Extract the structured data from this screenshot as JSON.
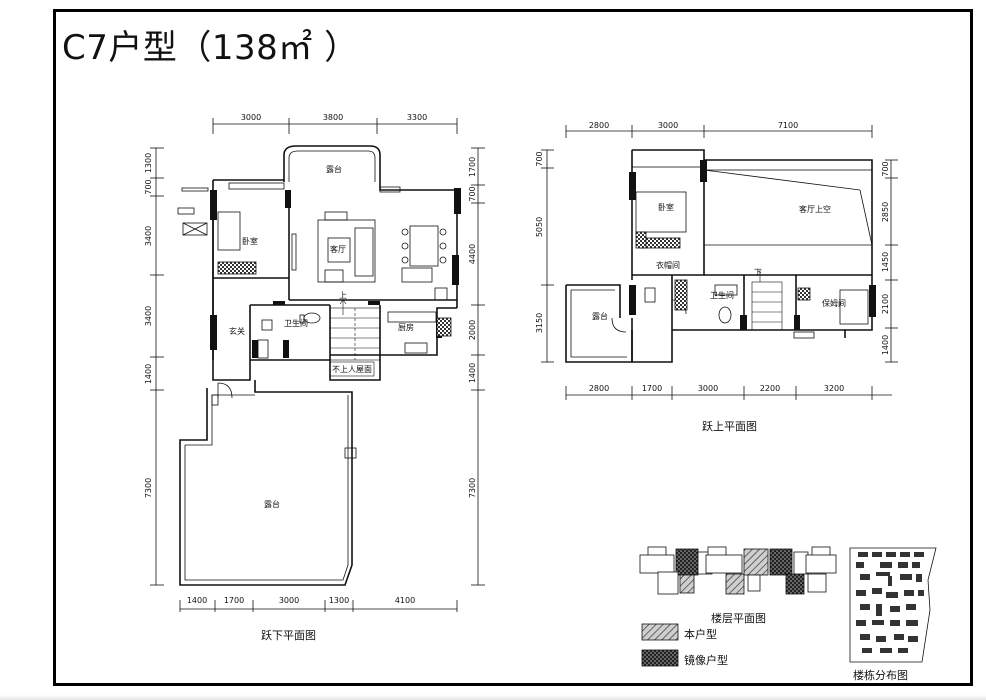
{
  "title": "C7户型（138㎡ ）",
  "lower_plan": {
    "caption": "跃下平面图",
    "top_dims": [
      "3000",
      "3800",
      "3300"
    ],
    "bottom_dims": [
      "1400",
      "1700",
      "3000",
      "1300",
      "4100"
    ],
    "left_dims": [
      "1300",
      "700",
      "3400",
      "3400",
      "1400",
      "7300"
    ],
    "right_dims": [
      "1700",
      "700",
      "4400",
      "2000",
      "1400",
      "7300"
    ],
    "rooms": {
      "terrace_top": "露台",
      "bedroom": "卧室",
      "living": "客厅",
      "entry": "玄关",
      "bathroom": "卫生间",
      "kitchen": "厨房",
      "stair_note": "不上人屋面",
      "terrace_big": "露台",
      "up_mark": "上"
    }
  },
  "upper_plan": {
    "caption": "跃上平面图",
    "top_dims": [
      "2800",
      "3000",
      "7100"
    ],
    "bottom_dims": [
      "2800",
      "1700",
      "3000",
      "2200",
      "3200"
    ],
    "left_dims": [
      "700",
      "5050",
      "3150"
    ],
    "right_dims": [
      "700",
      "2850",
      "1450",
      "2100",
      "1400"
    ],
    "rooms": {
      "bedroom": "卧室",
      "living_void": "客厅上空",
      "closet": "衣帽间",
      "bathroom": "卫生间",
      "nanny": "保姆间",
      "terrace": "露台",
      "down_mark": "下"
    }
  },
  "floor_plan_caption": "楼层平面图",
  "legend": {
    "this_unit": "本户型",
    "mirror_unit": "镜像户型"
  },
  "site_plan_caption": "楼栋分布图"
}
